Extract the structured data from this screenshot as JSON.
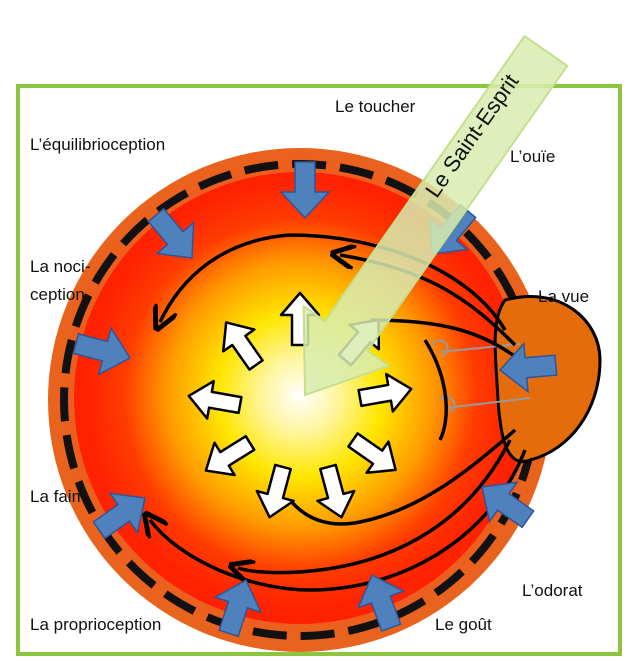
{
  "diagram": {
    "frame_color": "#8cc63f",
    "colors": {
      "outer_ring": "#e8641e",
      "core_center": "#ffffff",
      "core_mid": "#ffe600",
      "core_edge": "#ff2a00",
      "inward_arrow": "#4f81bd",
      "inward_arrow_stroke": "#2f5597",
      "spirit_beam": "#d8ecb0",
      "ear_shape": "#e46c0a"
    },
    "senses": {
      "touch": "Le toucher",
      "hearing": "L’ouïe",
      "equilibrioception": "L’équilibrioception",
      "nociception_line1": "La noci-",
      "nociception_line2": "ception",
      "sight": "La vue",
      "hunger": "La faim",
      "smell": "L’odorat",
      "proprioception": "La proprioception",
      "taste": "Le goût"
    },
    "spirit_label": "Le Saint-Esprit"
  }
}
